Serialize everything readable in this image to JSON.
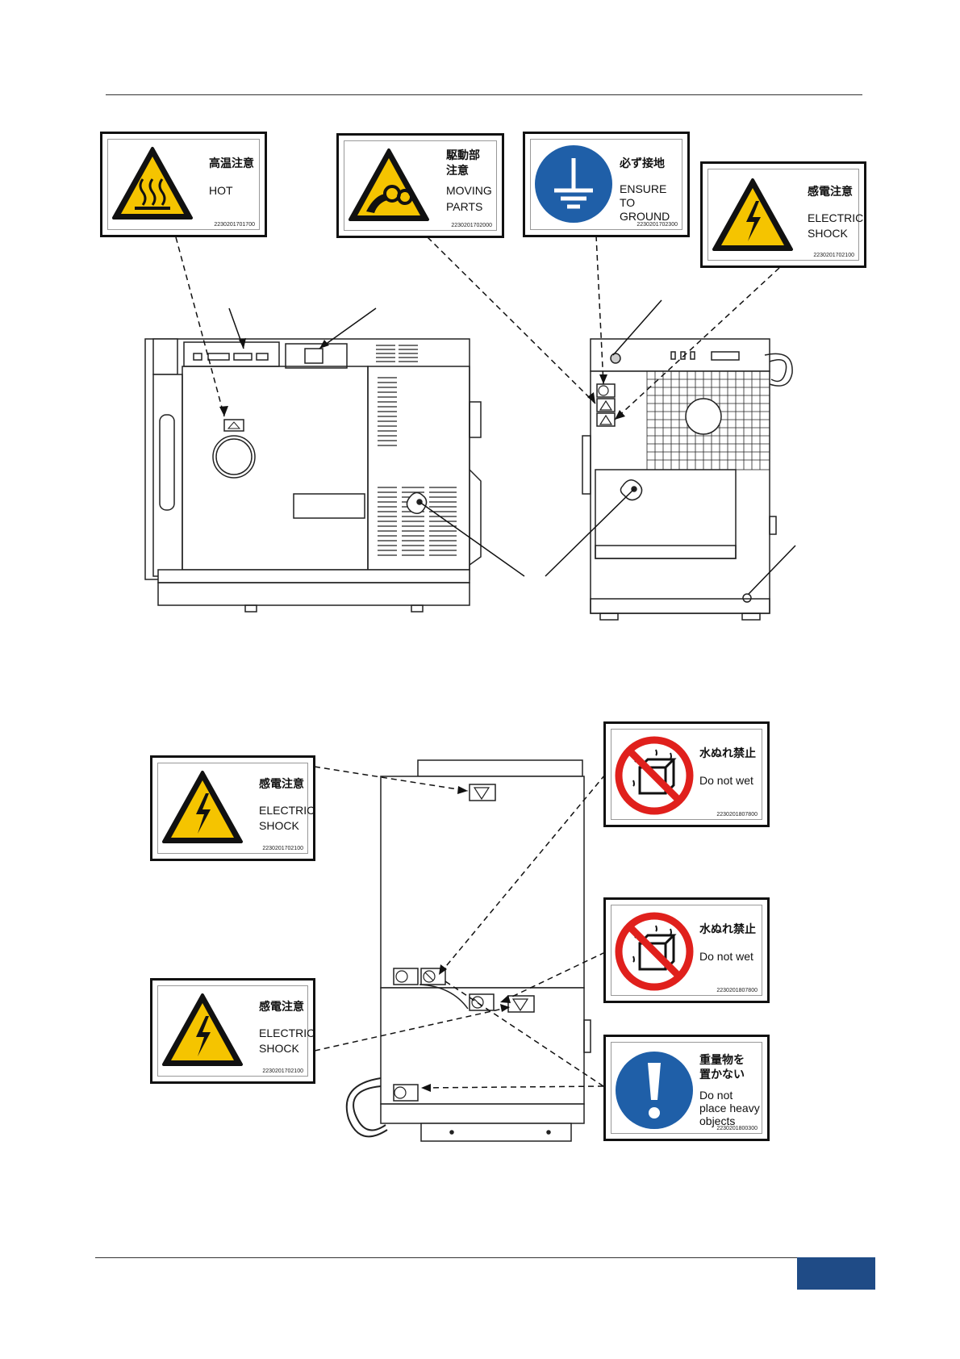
{
  "labels": {
    "hot": {
      "jp": "高温注意",
      "en": "HOT",
      "code": "2230201701700"
    },
    "moving_parts": {
      "jp1": "駆動部",
      "jp2": "注意",
      "en": "MOVING\nPARTS",
      "code": "2230201702000"
    },
    "ground": {
      "jp": "必ず接地",
      "en": "ENSURE\nTO\nGROUND",
      "code": "2230201702300"
    },
    "electric_shock_top": {
      "jp": "感電注意",
      "en": "ELECTRIC\nSHOCK",
      "code": "2230201702100"
    },
    "electric_shock_left_1": {
      "jp": "感電注意",
      "en": "ELECTRIC\nSHOCK",
      "code": "2230201702100"
    },
    "electric_shock_left_2": {
      "jp": "感電注意",
      "en": "ELECTRIC\nSHOCK",
      "code": "2230201702100"
    },
    "no_wet_1": {
      "jp": "水ぬれ禁止",
      "en": "Do not wet",
      "code": "2230201807800"
    },
    "no_wet_2": {
      "jp": "水ぬれ禁止",
      "en": "Do not wet",
      "code": "2230201807800"
    },
    "no_heavy": {
      "jp1": "重量物を",
      "jp2": "置かない",
      "en": "Do not\nplace heavy\nobjects",
      "code": "2230201800300"
    }
  },
  "colors": {
    "warning_yellow": "#f5c400",
    "mandatory_blue": "#1f5fa8",
    "prohibition_red": "#e0201c",
    "page_tab": "#1f4b86"
  },
  "icons": [
    "hot-surface-icon",
    "moving-parts-icon",
    "ground-icon",
    "electric-shock-icon",
    "no-water-icon",
    "no-heavy-objects-icon"
  ]
}
